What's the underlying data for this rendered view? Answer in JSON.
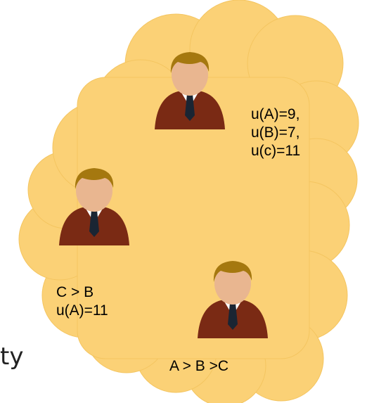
{
  "colors": {
    "cloud_fill": "#fbd176",
    "cloud_stroke": "#f4c560",
    "hair": "#a5780f",
    "skin": "#e9b690",
    "suit": "#7a2a14",
    "tie": "#1a2533",
    "shirt": "#ffffff"
  },
  "persons": [
    {
      "name": "top-person",
      "lines": [
        "u(A)=9,",
        "u(B)=7,",
        "u(c)=11"
      ]
    },
    {
      "name": "left-person",
      "lines": [
        "C > B",
        "u(A)=11"
      ]
    },
    {
      "name": "bottom-person",
      "lines": [
        "A > B >C"
      ]
    }
  ],
  "edge_text": "ty"
}
